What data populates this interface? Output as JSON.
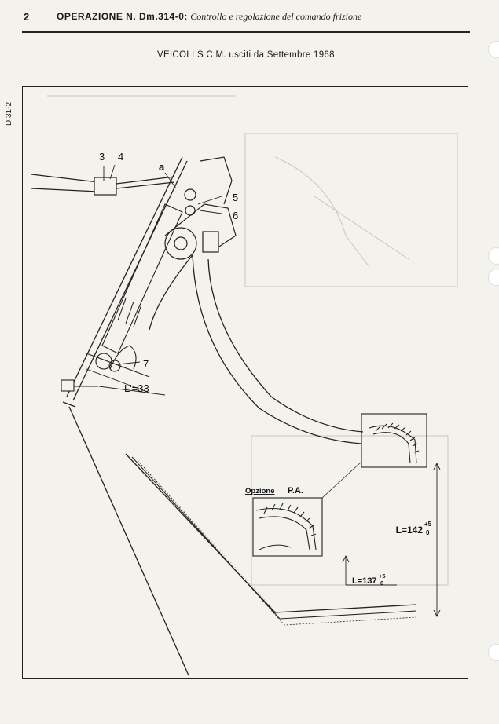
{
  "header": {
    "page_number": "2",
    "operation": "OPERAZIONE N. Dm.314-0:",
    "subtitle": "Controllo e regolazione del comando frizione"
  },
  "subheader": "VEICOLI S C M. usciti da Settembre 1968",
  "side_code": "D 31-2",
  "figure": {
    "labels": {
      "n3": "3",
      "n4": "4",
      "a": "a",
      "n5": "5",
      "n6": "6",
      "n7": "7",
      "l33": "L'=33",
      "opzione": "Opzione",
      "pa": "P.A.",
      "l142": "L=142",
      "l142_tol_plus": "+5",
      "l142_tol_minus": "0",
      "l137": "L=137",
      "l137_tol_plus": "+5",
      "l137_tol_minus": "0"
    }
  }
}
